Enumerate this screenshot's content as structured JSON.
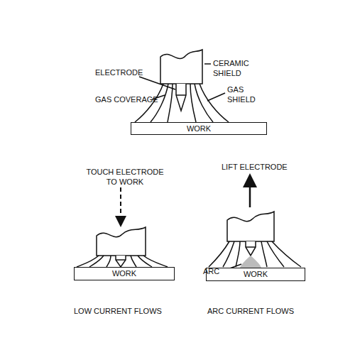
{
  "diagram": {
    "nodes": [
      {
        "text": [
          "WORK"
        ]
      },
      {
        "text": [
          "WORK"
        ]
      },
      {
        "text": [
          "WORK"
        ]
      }
    ],
    "labels": [
      "CERAMIC SHIELD",
      "ELECTRODE",
      "GAS COVERAGE",
      "GAS SHIELD",
      "TOUCH ELECTRODE TO WORK",
      "LIFT ELECTRODE",
      "ARC",
      "LOW CURRENT FLOWS",
      "ARC CURRENT FLOWS"
    ]
  }
}
